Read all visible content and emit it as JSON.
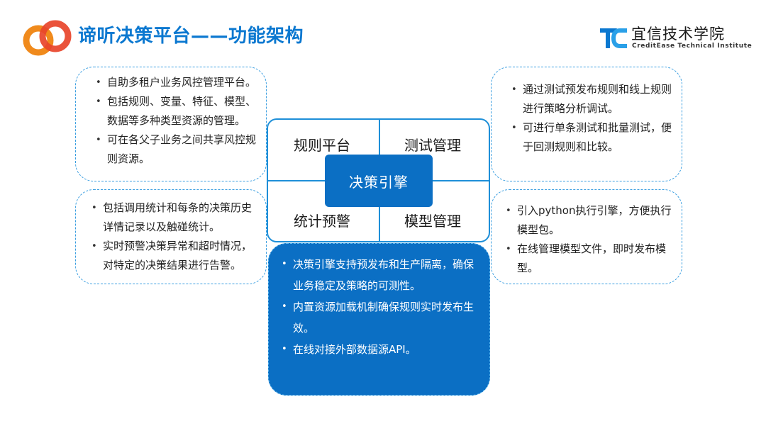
{
  "header": {
    "title": "谛听决策平台——功能架构",
    "brand_cn": "宜信技术学院",
    "brand_en": "CreditEase Technical Institute",
    "accent_color": "#0b78d0",
    "logo_icon": "overlapping-rings-logo",
    "brand_icon": "tc-monogram-logo"
  },
  "quadrants": {
    "top_left": "规则平台",
    "top_right": "测试管理",
    "bottom_left": "统计预警",
    "bottom_right": "模型管理",
    "center": "决策引擎"
  },
  "boxes": {
    "top_left": [
      "自助多租户业务风控管理平台。",
      "包括规则、变量、特征、模型、数据等多种类型资源的管理。",
      "可在各父子业务之间共享风控规则资源。"
    ],
    "bottom_left": [
      "包括调用统计和每条的决策历史详情记录以及触碰统计。",
      "实时预警决策异常和超时情况，对特定的决策结果进行告警。"
    ],
    "top_right": [
      "通过测试预发布规则和线上规则进行策略分析调试。",
      "可进行单条测试和批量测试，便于回测规则和比较。"
    ],
    "bottom_right": [
      "引入python执行引擎，方便执行模型包。",
      "在线管理模型文件，即时发布模型。"
    ],
    "bottom_center": [
      "决策引擎支持预发布和生产隔离，确保业务稳定及策略的可测性。",
      "内置资源加载机制确保规则实时发布生效。",
      "在线对接外部数据源API。"
    ]
  },
  "colors": {
    "primary_blue": "#0b6fc4",
    "border_blue": "#1e8fd8",
    "logo_orange": "#f08a1c",
    "logo_red": "#e8442a"
  }
}
